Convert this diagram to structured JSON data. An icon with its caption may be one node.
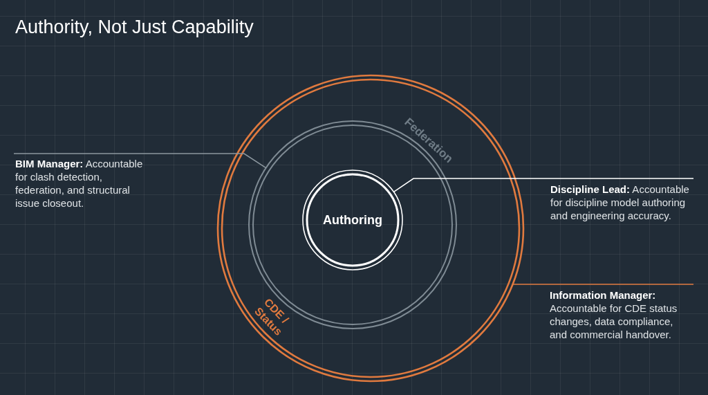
{
  "diagram": {
    "title": "Authority, Not Just Capability",
    "nodes": [
      {
        "text": [
          "CDE / Status"
        ]
      },
      {
        "text": [
          "Federation"
        ],
        "in": 0
      },
      {
        "text": [
          "Authoring"
        ],
        "in": 1
      },
      {
        "text": [
          "**BIM Manager:** Accountable for clash detection, federation, and structural issue closeout."
        ]
      },
      {
        "text": [
          "**Discipline Lead:** Accountable for discipline model authoring and engineering accuracy."
        ]
      },
      {
        "text": [
          "**Information Manager:** Accountable for CDE status changes, data compliance, and commercial handover."
        ]
      }
    ],
    "edges": [
      {
        "from": 3,
        "to": 1,
        "arrow": "none",
        "color": "#8c979f"
      },
      {
        "from": 4,
        "to": 2,
        "arrow": "none",
        "color": "#ffffff"
      },
      {
        "from": 5,
        "to": 0,
        "arrow": "none",
        "color": "#e07a3f"
      }
    ]
  }
}
